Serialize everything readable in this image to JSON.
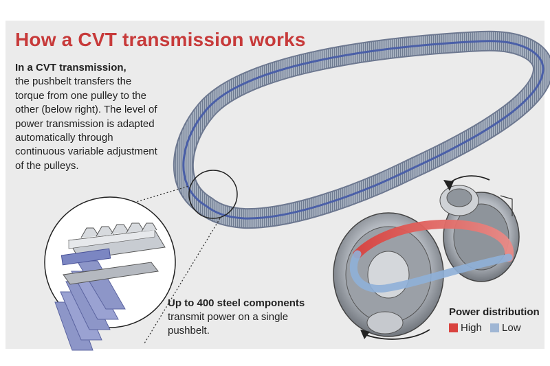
{
  "title": "How a CVT transmission works",
  "intro": {
    "lead": "In a CVT transmission,",
    "body": "the pushbelt transfers the torque from one pulley to the other (below right). The level of power transmission is adapted automatically through continuous variable adjustment of the pulleys."
  },
  "caption": {
    "lead": "Up to 400 steel components",
    "body": "transmit power on a single pushbelt."
  },
  "legend": {
    "title": "Power distribution",
    "items": [
      {
        "label": "High",
        "color": "#d9433f"
      },
      {
        "label": "Low",
        "color": "#9fb6d4"
      }
    ]
  },
  "colors": {
    "title": "#c73a3a",
    "belt": "#7a8aa6",
    "belt_core": "#4a5fa8",
    "element": "#8d96c8",
    "metal": "#b8bcc2"
  }
}
